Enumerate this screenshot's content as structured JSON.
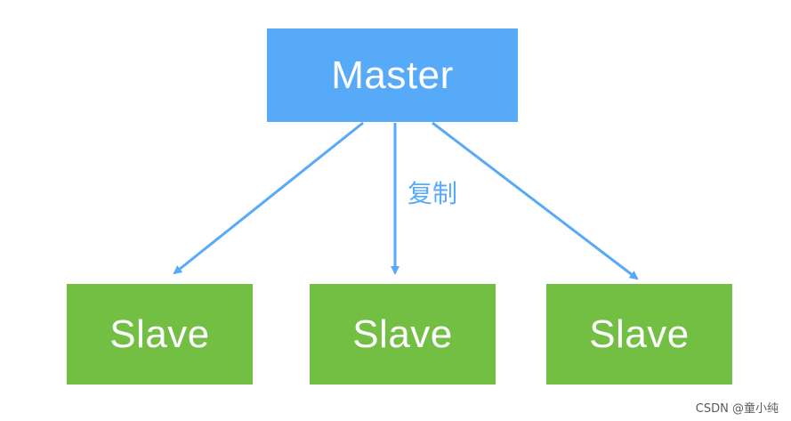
{
  "colors": {
    "master_fill": "#57aaf8",
    "slave_fill": "#72bf44",
    "arrow": "#57aaf8",
    "label": "#57aaf8"
  },
  "diagram": {
    "master": {
      "label": "Master"
    },
    "slaves": [
      {
        "label": "Slave"
      },
      {
        "label": "Slave"
      },
      {
        "label": "Slave"
      }
    ],
    "edge_label": "复制"
  },
  "watermark": "CSDN @童小纯"
}
